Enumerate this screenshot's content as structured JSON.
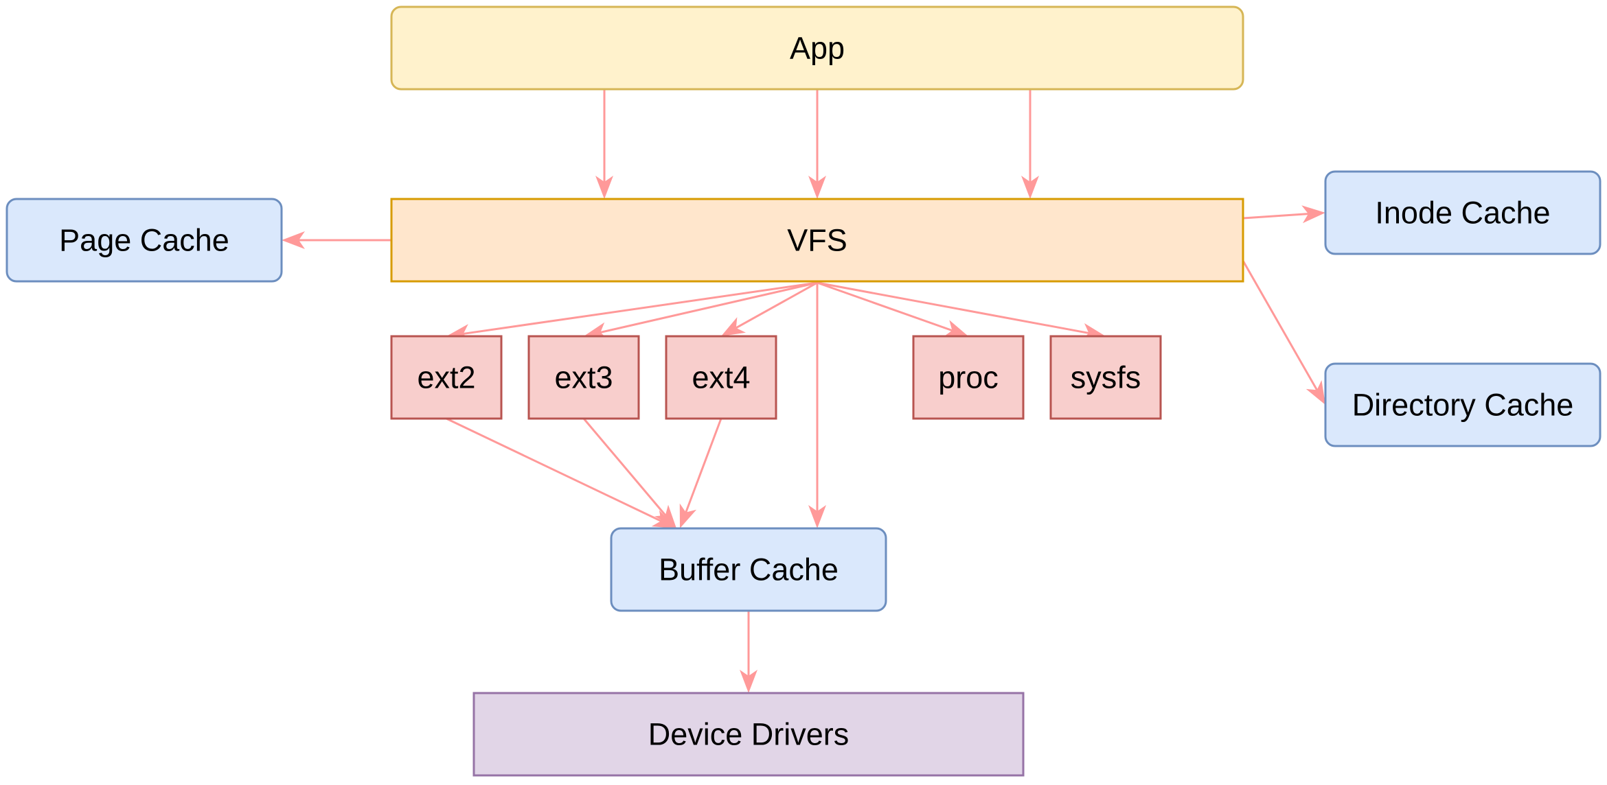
{
  "colors": {
    "edge": "#FF9999",
    "yellow_fill": "#FFF2CC",
    "yellow_stroke": "#D6B656",
    "orange_fill": "#FFE6CC",
    "orange_stroke": "#D79B00",
    "blue_fill": "#DAE8FC",
    "blue_stroke": "#6C8EBF",
    "red_fill": "#F8CECC",
    "red_stroke": "#B85450",
    "purple_fill": "#E1D5E7",
    "purple_stroke": "#9673A6"
  },
  "nodes": {
    "app": "App",
    "vfs": "VFS",
    "page_cache": "Page Cache",
    "inode_cache": "Inode Cache",
    "directory_cache": "Directory Cache",
    "ext2": "ext2",
    "ext3": "ext3",
    "ext4": "ext4",
    "proc": "proc",
    "sysfs": "sysfs",
    "buffer_cache": "Buffer Cache",
    "device_drivers": "Device Drivers"
  },
  "edges": [
    {
      "from": "app",
      "to": "vfs"
    },
    {
      "from": "app",
      "to": "vfs"
    },
    {
      "from": "app",
      "to": "vfs"
    },
    {
      "from": "vfs",
      "to": "page_cache"
    },
    {
      "from": "vfs",
      "to": "inode_cache"
    },
    {
      "from": "vfs",
      "to": "directory_cache"
    },
    {
      "from": "vfs",
      "to": "ext2"
    },
    {
      "from": "vfs",
      "to": "ext3"
    },
    {
      "from": "vfs",
      "to": "ext4"
    },
    {
      "from": "vfs",
      "to": "proc"
    },
    {
      "from": "vfs",
      "to": "sysfs"
    },
    {
      "from": "vfs",
      "to": "buffer_cache"
    },
    {
      "from": "ext2",
      "to": "buffer_cache"
    },
    {
      "from": "ext3",
      "to": "buffer_cache"
    },
    {
      "from": "ext4",
      "to": "buffer_cache"
    },
    {
      "from": "buffer_cache",
      "to": "device_drivers"
    }
  ]
}
